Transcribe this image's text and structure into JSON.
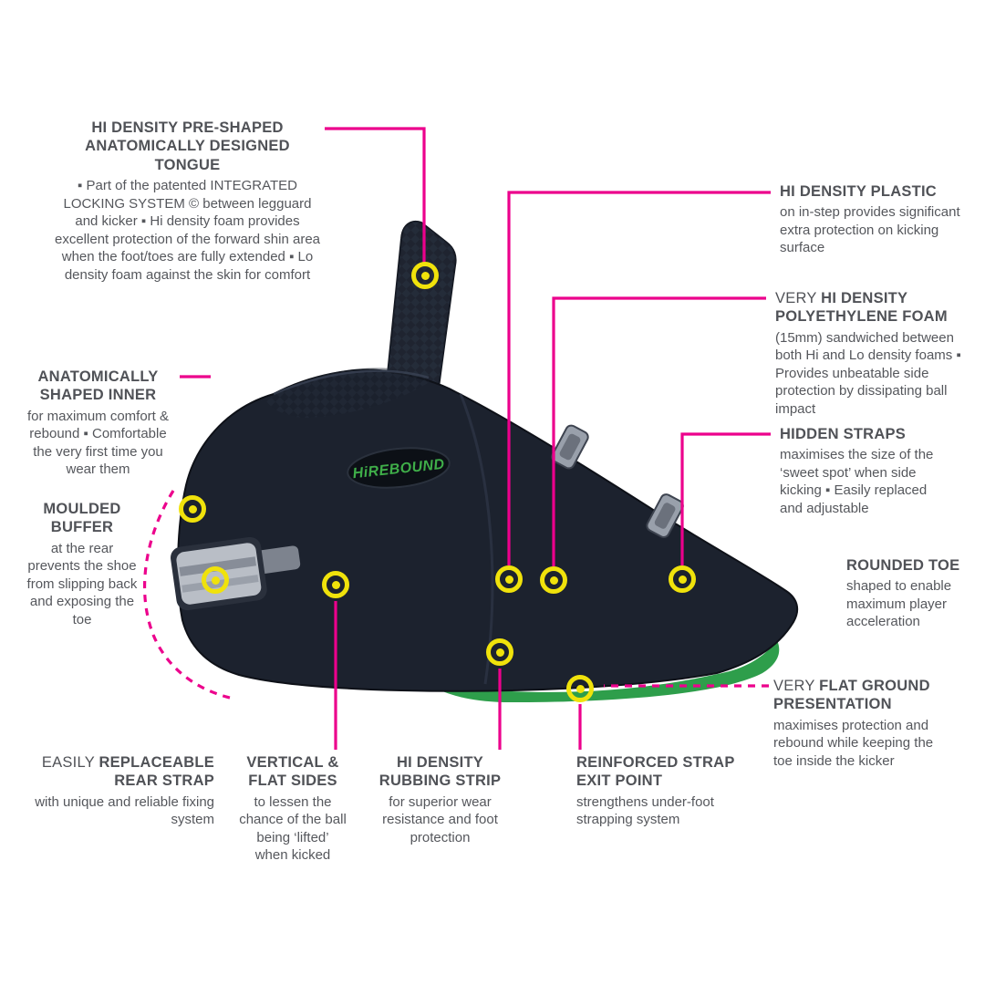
{
  "brand": "HiREBOUND",
  "colors": {
    "accent_pink": "#EC008C",
    "marker_yellow": "#F0E20B",
    "kicker_dark": "#1C222E",
    "logo_green": "#3FAE49",
    "sole_green": "#2E9E4B",
    "text_grey": "#55575C"
  },
  "callouts": {
    "tongue": {
      "title": "HI DENSITY PRE-SHAPED ANATOMICALLY DESIGNED TONGUE",
      "body": "▪ Part of the patented INTEGRATED LOCKING SYSTEM © between legguard and kicker ▪ Hi density foam provides excellent protection of the forward shin area when the foot/toes are fully extended ▪ Lo density foam against the skin for comfort"
    },
    "plastic": {
      "title": "HI DENSITY PLASTIC",
      "body": "on in-step provides significant extra protection on kicking surface"
    },
    "foam": {
      "title_light": "VERY ",
      "title": "HI DENSITY POLYETHYLENE FOAM",
      "body": "(15mm) sandwiched between both Hi and Lo density foams ▪ Provides unbeatable side protection by dissipating ball impact"
    },
    "straps": {
      "title": "HIDDEN STRAPS",
      "body": "maximises the size of the ‘sweet spot’ when side kicking ▪ Easily replaced and adjustable"
    },
    "toe": {
      "title": "ROUNDED TOE",
      "body": "shaped to enable maximum player acceleration"
    },
    "ground": {
      "title_light": "VERY ",
      "title": "FLAT GROUND PRESENTATION",
      "body": "maximises protection and rebound while keeping the toe inside the kicker"
    },
    "inner": {
      "title": "ANATOMICALLY SHAPED INNER",
      "body": "for maximum comfort & rebound ▪ Comfortable the very first time you wear them"
    },
    "buffer": {
      "title": "MOULDED BUFFER",
      "body": "at the rear prevents the shoe from slipping back and exposing the toe"
    },
    "rearstrap": {
      "title_light": "EASILY ",
      "title": "REPLACEABLE REAR STRAP",
      "body": "with unique and reliable fixing system"
    },
    "sides": {
      "title": "VERTICAL & FLAT SIDES",
      "body": "to lessen the chance of the ball being ‘lifted’ when kicked"
    },
    "rubbing": {
      "title": "HI DENSITY RUBBING STRIP",
      "body": "for superior wear resistance and foot protection"
    },
    "exit": {
      "title": "REINFORCED STRAP EXIT POINT",
      "body": "strengthens under-foot strapping system"
    }
  }
}
